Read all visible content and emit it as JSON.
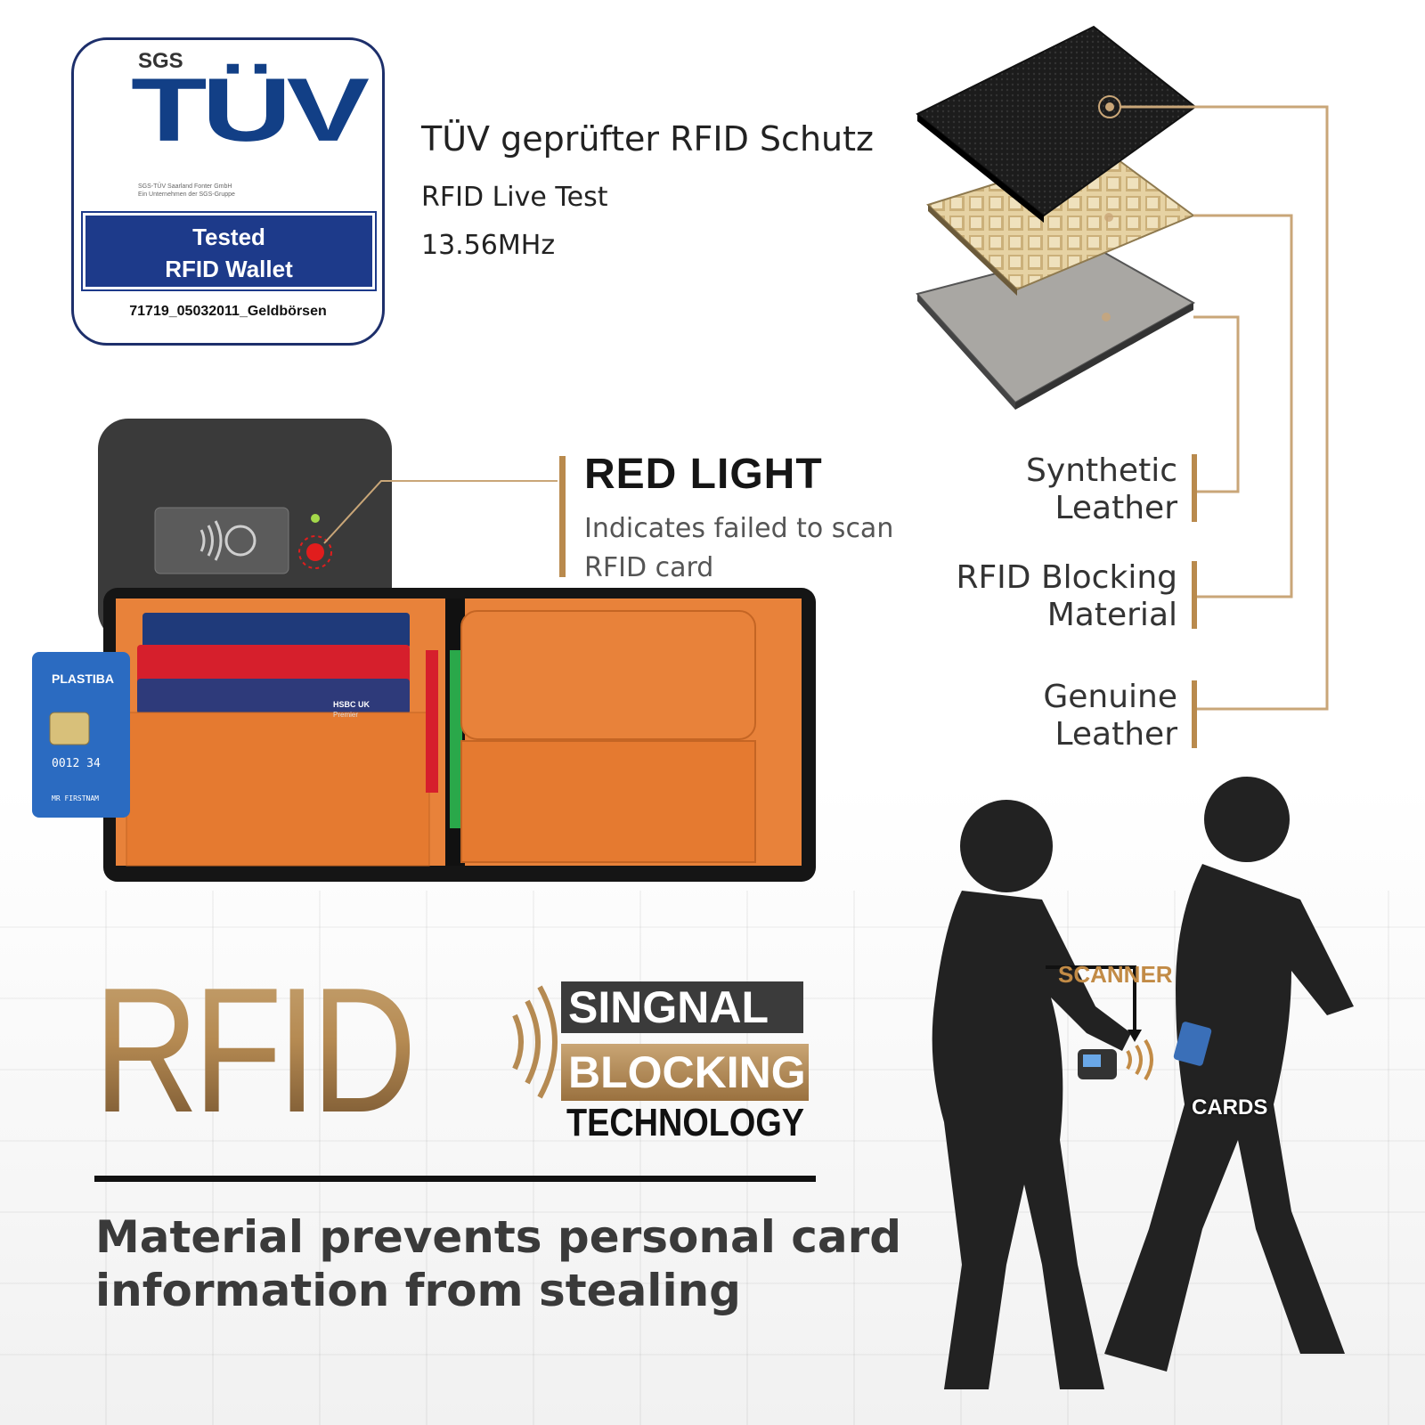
{
  "badge": {
    "sgs": "SGS",
    "logo": "TÜV",
    "sub1": "SGS-TÜV Saarland Fonter GmbH",
    "sub2": "Ein Unternehmen der SGS-Gruppe",
    "line1": "Tested",
    "line2": "RFID Wallet",
    "code": "71719_05032011_Geldbörsen"
  },
  "header": {
    "title": "TÜV geprüfter RFID Schutz",
    "line1": "RFID Live Test",
    "line2": "13.56MHz"
  },
  "layers": [
    {
      "line1": "Synthetic",
      "line2": "Leather"
    },
    {
      "line1": "RFID Blocking",
      "line2": "Material"
    },
    {
      "line1": "Genuine",
      "line2": "Leather"
    }
  ],
  "red_light": {
    "title": "RED LIGHT",
    "desc1": "Indicates failed to scan",
    "desc2": "RFID card"
  },
  "wallet": {
    "card_brand": "PLASTIBA",
    "card_number": "0012 34",
    "card_name": "MR FIRSTNAM",
    "bank": "HSBC UK",
    "bank_sub": "Premier"
  },
  "rfid": {
    "big": "RFID",
    "tag1": "SINGNAL",
    "tag2": "BLOCKING",
    "tag3": "TECHNOLOGY"
  },
  "tagline": {
    "line1": "Material prevents personal card",
    "line2": "information from stealing"
  },
  "scene": {
    "scanner_label": "SCANNER",
    "cards_label": "CARDS"
  },
  "colors": {
    "gold": "#b98a4d",
    "navy": "#1d3a8a",
    "orange": "#e8823a",
    "silhouette": "#222222"
  }
}
